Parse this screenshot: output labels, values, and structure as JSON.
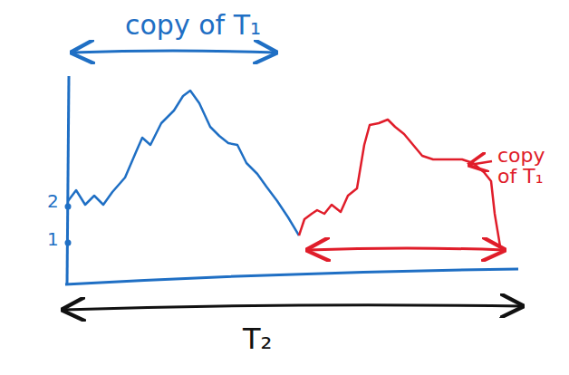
{
  "diagram": {
    "labels": [
      "copy of T₁",
      "2",
      "1",
      "copy of T₁",
      "T₂"
    ]
  }
}
